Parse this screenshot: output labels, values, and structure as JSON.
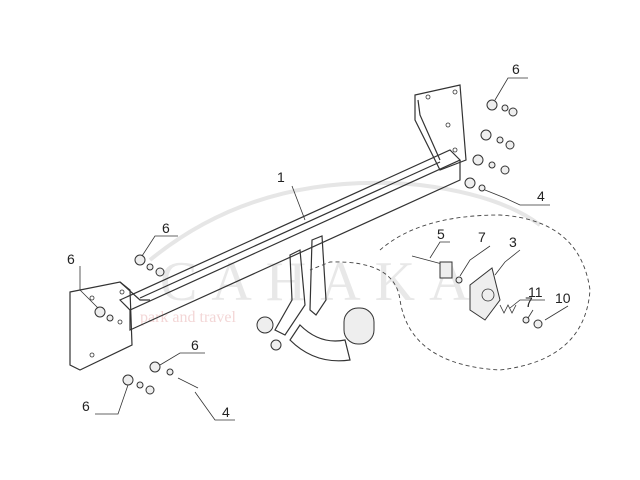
{
  "diagram": {
    "title": "Tow bar exploded assembly drawing",
    "watermark": {
      "brand": "CAHAKA",
      "tagline": "park and travel"
    },
    "part_labels": [
      {
        "id": "label-6-top-right",
        "text": "6"
      },
      {
        "id": "label-1",
        "text": "1"
      },
      {
        "id": "label-4-right",
        "text": "4"
      },
      {
        "id": "label-6-left-upper",
        "text": "6"
      },
      {
        "id": "label-5",
        "text": "5"
      },
      {
        "id": "label-7-upper",
        "text": "7"
      },
      {
        "id": "label-3",
        "text": "3"
      },
      {
        "id": "label-6-left-plate",
        "text": "6"
      },
      {
        "id": "label-11",
        "text": "11"
      },
      {
        "id": "label-7-lower",
        "text": "7"
      },
      {
        "id": "label-10",
        "text": "10"
      },
      {
        "id": "label-6-bottom-mid",
        "text": "6"
      },
      {
        "id": "label-6-bottom-left",
        "text": "6"
      },
      {
        "id": "label-4-bottom",
        "text": "4"
      }
    ]
  }
}
